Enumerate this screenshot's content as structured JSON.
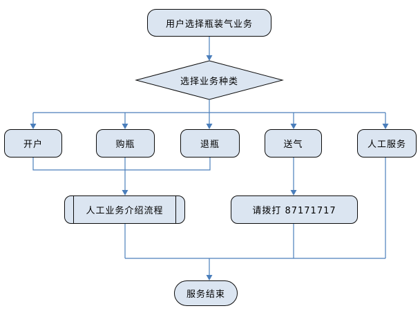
{
  "diagram": {
    "title": "bottled-gas-service-flowchart",
    "colors": {
      "node_fill": "#dbe5f1",
      "node_border": "#0a0a0a",
      "connector": "#4a7ebb",
      "background": "#ffffff"
    },
    "nodes": {
      "start": {
        "label": "用户选择瓶装气业务",
        "shape": "terminator"
      },
      "decision": {
        "label": "选择业务种类",
        "shape": "diamond"
      },
      "options": [
        {
          "label": "开户"
        },
        {
          "label": "购瓶"
        },
        {
          "label": "退瓶"
        },
        {
          "label": "送气"
        },
        {
          "label": "人工服务"
        }
      ],
      "intro": {
        "label": "人工业务介绍流程",
        "shape": "predefined-process"
      },
      "dial": {
        "label": "请拨打 87171717",
        "shape": "rounded-rectangle"
      },
      "end": {
        "label": "服务结束",
        "shape": "terminator"
      }
    }
  }
}
